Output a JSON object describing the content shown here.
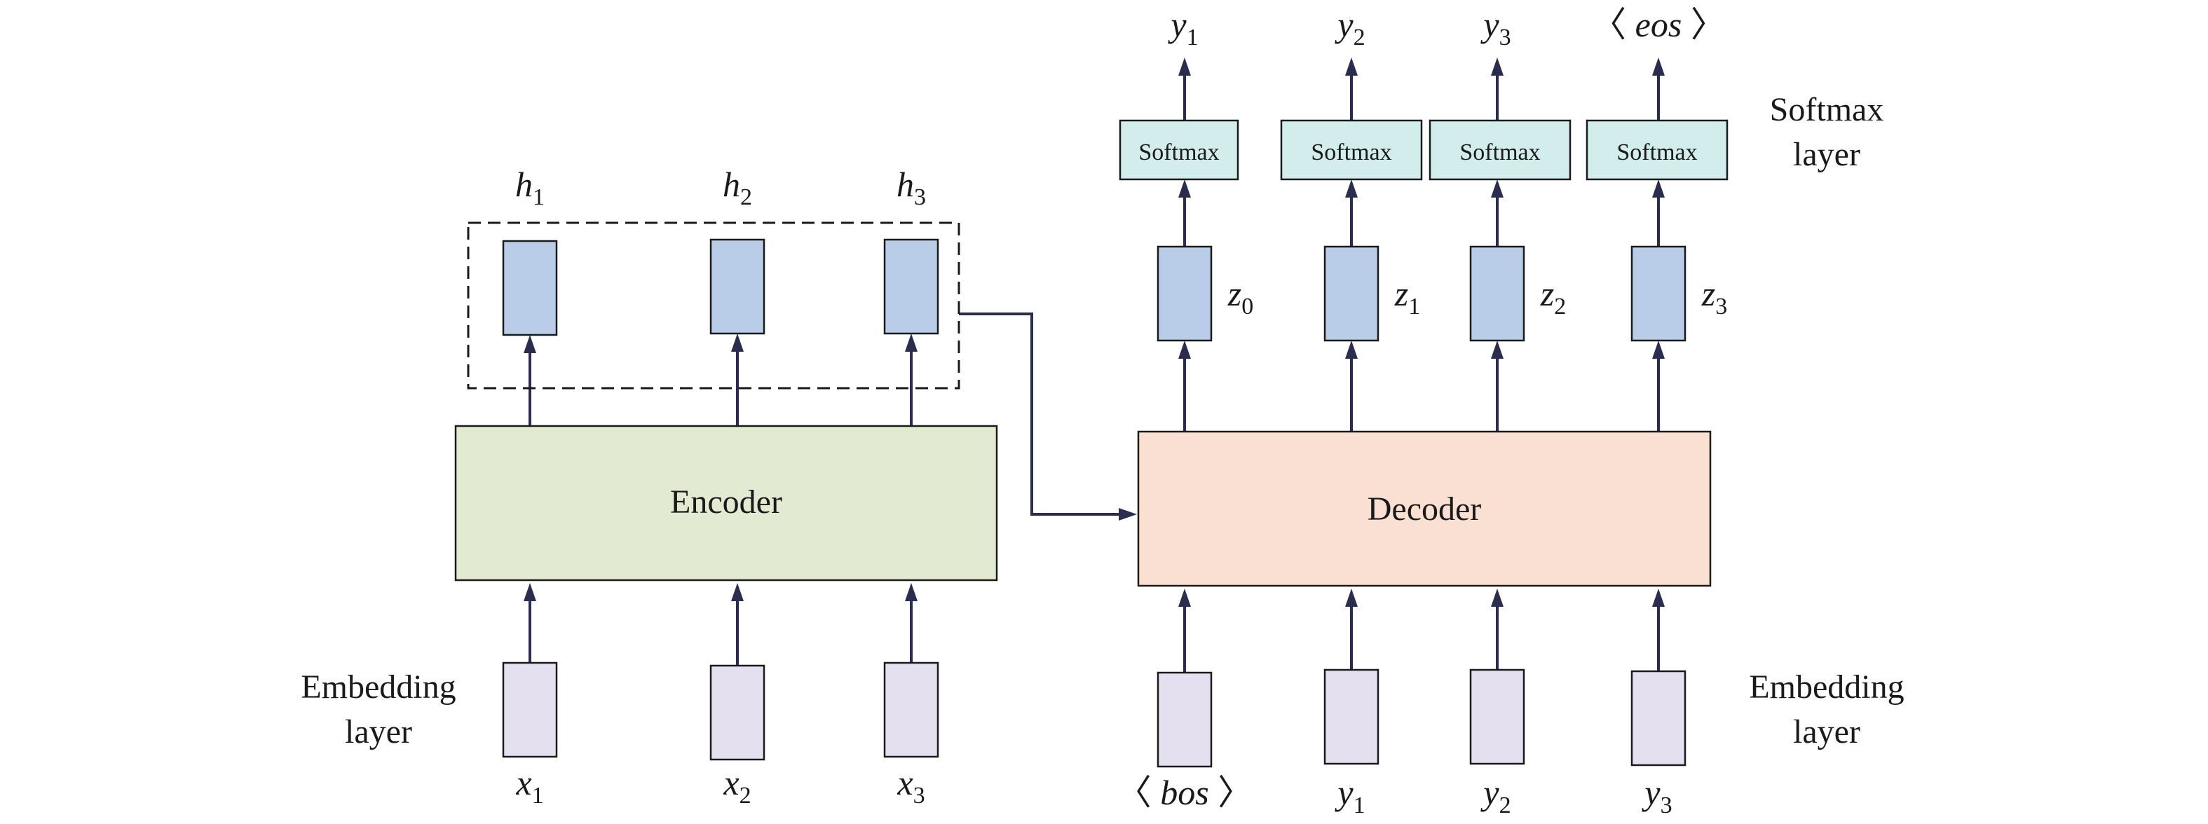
{
  "colors": {
    "encoder_fill": "#e2ebd2",
    "decoder_fill": "#f9e0d3",
    "hidden_fill": "#b9cde8",
    "embedding_fill": "#e5e0ef",
    "softmax_fill": "#d3ecec",
    "arrow": "#2b2d4f"
  },
  "encoder": {
    "label": "Encoder",
    "embedding_label_line1": "Embedding",
    "embedding_label_line2": "layer",
    "inputs": [
      {
        "base": "x",
        "sub": "1"
      },
      {
        "base": "x",
        "sub": "2"
      },
      {
        "base": "x",
        "sub": "3"
      }
    ],
    "hidden": [
      {
        "base": "h",
        "sub": "1"
      },
      {
        "base": "h",
        "sub": "2"
      },
      {
        "base": "h",
        "sub": "3"
      }
    ]
  },
  "decoder": {
    "label": "Decoder",
    "embedding_label_line1": "Embedding",
    "embedding_label_line2": "layer",
    "softmax_label_line1": "Softmax",
    "softmax_label_line2": "layer",
    "softmax_box_label": "Softmax",
    "inputs": [
      {
        "base": "bos",
        "sub": "",
        "bracket": true
      },
      {
        "base": "y",
        "sub": "1",
        "bracket": false
      },
      {
        "base": "y",
        "sub": "2",
        "bracket": false
      },
      {
        "base": "y",
        "sub": "3",
        "bracket": false
      }
    ],
    "states": [
      {
        "base": "z",
        "sub": "0"
      },
      {
        "base": "z",
        "sub": "1"
      },
      {
        "base": "z",
        "sub": "2"
      },
      {
        "base": "z",
        "sub": "3"
      }
    ],
    "outputs": [
      {
        "base": "y",
        "sub": "1",
        "bracket": false
      },
      {
        "base": "y",
        "sub": "2",
        "bracket": false
      },
      {
        "base": "y",
        "sub": "3",
        "bracket": false
      },
      {
        "base": "eos",
        "sub": "",
        "bracket": true
      }
    ]
  }
}
